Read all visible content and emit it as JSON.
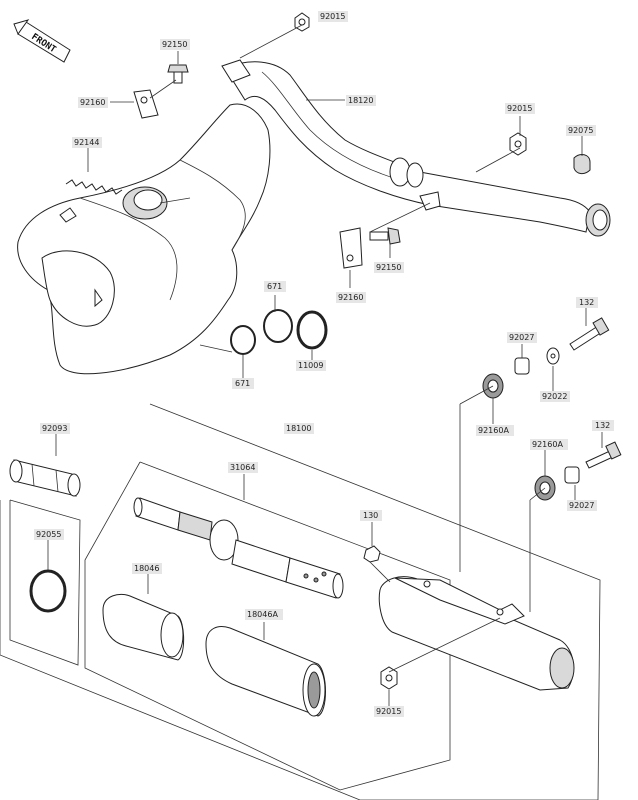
{
  "front_label": "FRONT",
  "parts": {
    "p92015_top": "92015",
    "p92150_top": "92150",
    "p92160_top": "92160",
    "p18120": "18120",
    "p92144": "92144",
    "p92015_right": "92015",
    "p92075": "92075",
    "p92150_mid": "92150",
    "p92160_mid": "92160",
    "p671_top": "671",
    "p11009": "11009",
    "p671_bottom": "671",
    "p132_top": "132",
    "p92027_top": "92027",
    "p92022": "92022",
    "p92160A_top": "92160A",
    "p18100": "18100",
    "p92093": "92093",
    "p31064": "31064",
    "p132_mid": "132",
    "p92160A_mid": "92160A",
    "p92027_mid": "92027",
    "p92055": "92055",
    "p130": "130",
    "p18046": "18046",
    "p18046A": "18046A",
    "p92015_bottom": "92015"
  }
}
